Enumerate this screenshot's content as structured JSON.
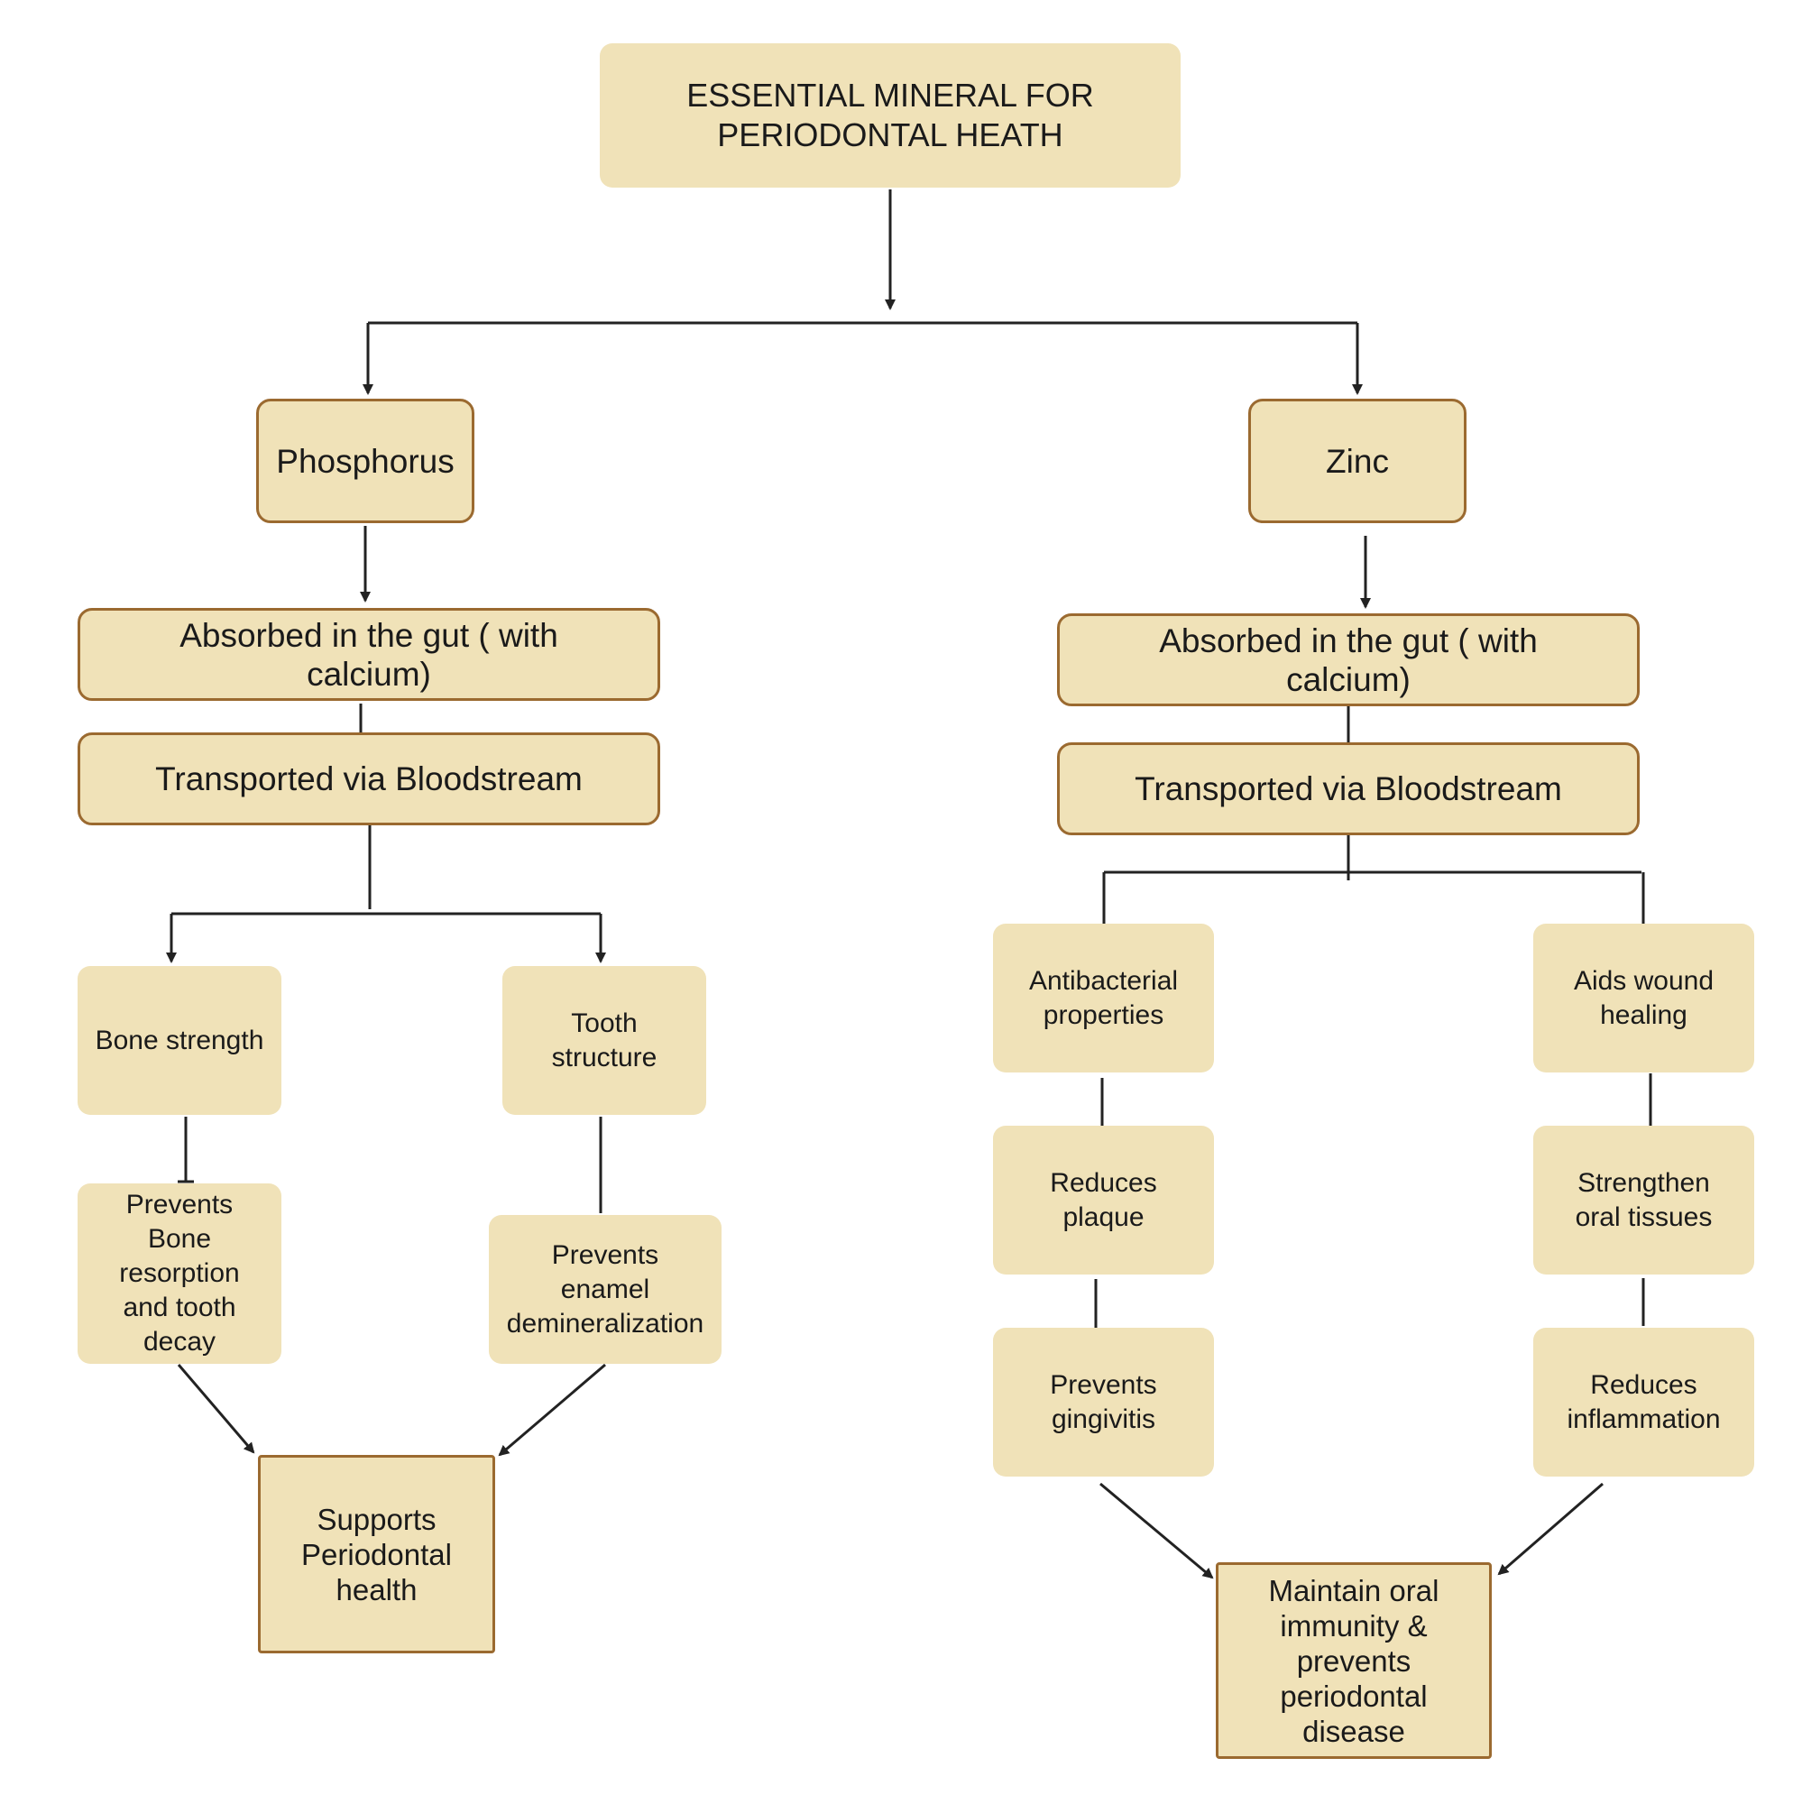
{
  "title": "ESSENTIAL MINERAL FOR\nPERIODONTAL HEATH",
  "phosphorus": {
    "label": "Phosphorus",
    "absorbed": "Absorbed in the gut ( with\ncalcium)",
    "transported": "Transported via Bloodstream",
    "bone_strength": "Bone strength",
    "tooth_structure": "Tooth\nstructure",
    "prevents_resorption": "Prevents\nBone\nresorption\nand tooth\ndecay",
    "prevents_enamel": "Prevents\nenamel\ndemineralization",
    "outcome": "Supports\nPeriodontal\nhealth"
  },
  "zinc": {
    "label": "Zinc",
    "absorbed": "Absorbed in the gut ( with\ncalcium)",
    "transported": "Transported via Bloodstream",
    "antibacterial": "Antibacterial\nproperties",
    "reduces_plaque": "Reduces\nplaque",
    "prevents_gingivitis": "Prevents\ngingivitis",
    "wound_healing": "Aids wound\nhealing",
    "strengthen_tissues": "Strengthen\noral tissues",
    "reduces_inflammation": "Reduces\ninflammation",
    "outcome": "Maintain oral\nimmunity &\nprevents\nperiodontal\ndisease"
  },
  "colors": {
    "node_fill": "#f0e2b8",
    "node_border": "#9b6a30",
    "connector": "#222222"
  }
}
